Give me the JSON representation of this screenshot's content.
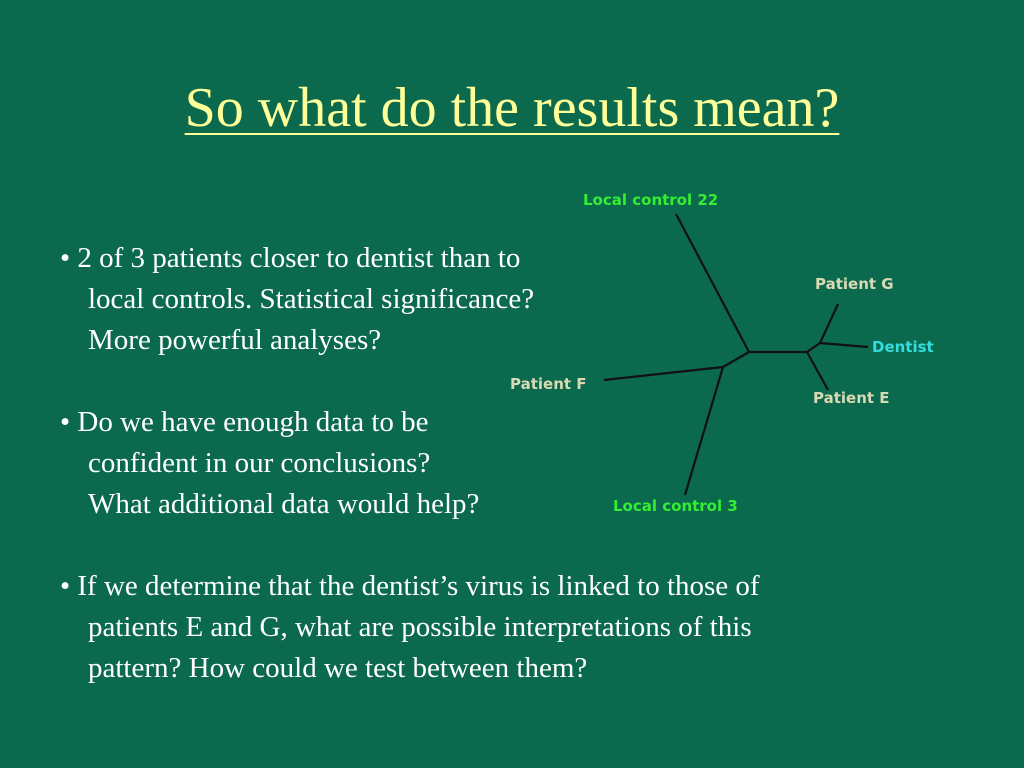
{
  "slide": {
    "title": "So what do the results mean?",
    "bullets": [
      {
        "lines": [
          "• 2 of 3 patients closer to dentist than to",
          "local controls. Statistical significance?",
          "More powerful analyses?"
        ]
      },
      {
        "lines": [
          "• Do we have enough data to be",
          "confident in our conclusions?",
          "What additional data would help?"
        ]
      },
      {
        "lines": [
          "• If we determine that the dentist’s virus is linked to those of",
          "patients E and G, what are possible interpretations of this",
          "pattern?  How could we test between them?"
        ]
      }
    ]
  },
  "tree": {
    "labels": {
      "local_control_22": "Local control 22",
      "patient_g": "Patient G",
      "dentist": "Dentist",
      "patient_f": "Patient F",
      "patient_e": "Patient E",
      "local_control_3": "Local control 3"
    },
    "colors": {
      "background": "#0b6a4d",
      "title": "#ffff99",
      "body_text": "#ffffff",
      "control_label": "#33ee33",
      "patient_label": "#d9d9b3",
      "dentist_label": "#33dddd",
      "branch": "#111111"
    }
  }
}
